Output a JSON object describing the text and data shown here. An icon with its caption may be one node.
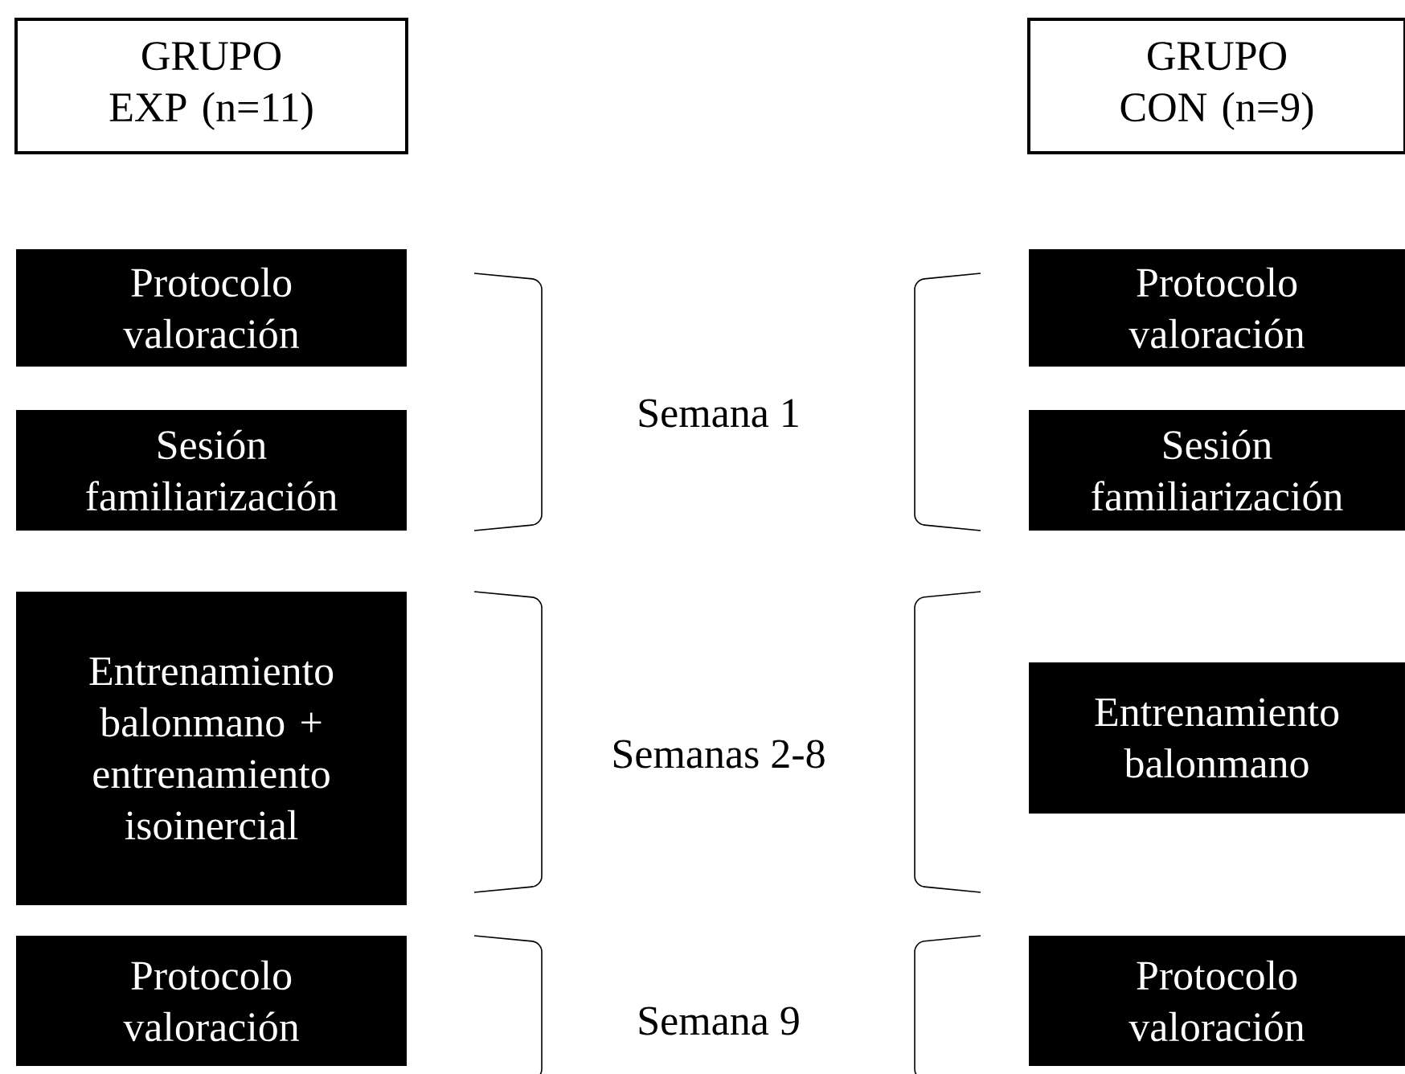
{
  "diagram": {
    "nodes": [
      {
        "text": [
          "GRUPO EXP (n=11)"
        ]
      },
      {
        "text": [
          "GRUPO CON (n=9)"
        ]
      },
      {
        "text": [
          "Protocolo valoración"
        ]
      },
      {
        "text": [
          "Protocolo valoración"
        ]
      },
      {
        "text": [
          "Sesión familiarización"
        ]
      },
      {
        "text": [
          "Sesión familiarización"
        ]
      },
      {
        "text": [
          "Entrenamiento balonmano + entrenamiento isoinercial"
        ]
      },
      {
        "text": [
          "Entrenamiento balonmano"
        ]
      },
      {
        "text": [
          "Protocolo valoración"
        ]
      },
      {
        "text": [
          "Protocolo valoración"
        ]
      }
    ],
    "labels": [
      "Semana 1",
      "Semanas 2-8",
      "Semana 9"
    ]
  }
}
